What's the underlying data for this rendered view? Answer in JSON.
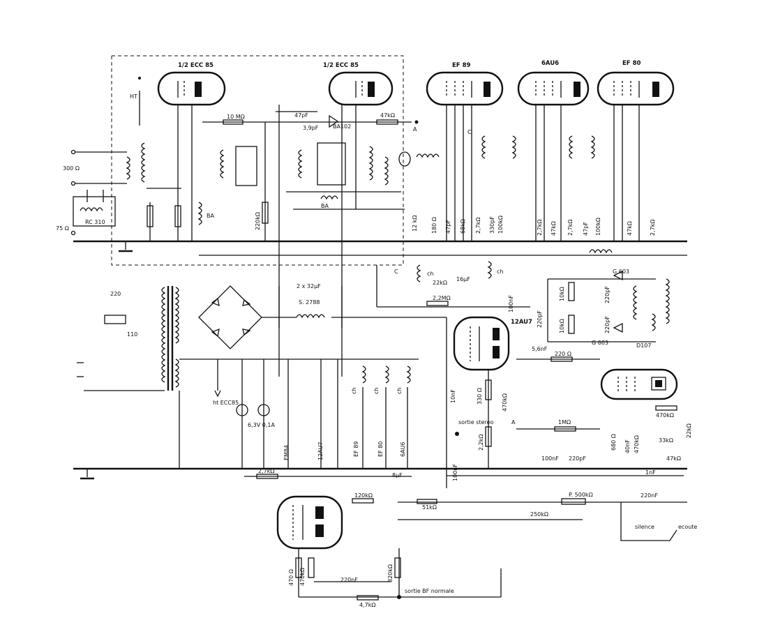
{
  "tubes": {
    "ecc85_a": "1/2 ECC 85",
    "ecc85_b": "1/2 ECC 85",
    "ef89": "EF 89",
    "au6": "6AU6",
    "ef80": "EF 80",
    "au7": "12AU7"
  },
  "labels": {
    "ht": "HT",
    "ohm300": "300 Ω",
    "ohm75": "75 Ω",
    "rc310": "RC 310",
    "r10m": "10 MΩ",
    "c47p": "47pF",
    "ba102": "BA102",
    "r47k": "47kΩ",
    "a": "A",
    "c39p": "3,9pF",
    "r220k": "220kΩ",
    "ba_l": "BA",
    "ba_m": "BA",
    "r12k": "12 kΩ",
    "r180": "180 Ω",
    "c47": "47pF",
    "r68": "68kΩ",
    "r27k": "2,7kΩ",
    "c330": "330pF",
    "r100k": "100kΩ",
    "r27b": "2,7kΩ",
    "r47b": "47kΩ",
    "r27c": "2,7kΩ",
    "c47c": "47pF",
    "r100c": "100kΩ",
    "r47d": "47kΩ",
    "r27e": "2,7kΩ",
    "c": "C",
    "ch": "ch",
    "r22k": "22kΩ",
    "c16u": "16µF",
    "r22m": "2,2MΩ",
    "c100n": "100nF",
    "g603a": "G 603",
    "g603b": "G 603",
    "r10ka": "10kΩ",
    "r10kb": "10kΩ",
    "c220a": "220pF",
    "c220b": "220pF",
    "c220c": "220pF",
    "d107": "D107",
    "v220": "220",
    "v110": "110",
    "c2x32": "2 x 32µF",
    "s2788": "S. 2788",
    "ht_ecc": "ht ECC85",
    "lamp": "6,3V 0,1A",
    "em84": "EM84",
    "au7b": "12AU7",
    "ef89b": "EF 89",
    "ef80b": "EF 80",
    "au6b": "6AU6",
    "c56n": "5,6nF",
    "r220": "220 Ω",
    "c10n": "10nF",
    "r330": "330 Ω",
    "r470k": "470kΩ",
    "stereo": "sortie stereo",
    "r22kb": "2,2kΩ",
    "c100nb": "100nF",
    "a2": "A",
    "r1m": "1MΩ",
    "c100nc": "100nF",
    "c220d": "220pF",
    "r470kb": "470kΩ",
    "r22kc": "22kΩ",
    "r33k": "33kΩ",
    "r47ke": "47kΩ",
    "r680": "680 Ω",
    "c40n": "40nF",
    "r470kc": "470kΩ",
    "c1n": "1nF",
    "c220n": "220nF",
    "p500": "P. 500kΩ",
    "r250k": "250kΩ",
    "silence": "silence",
    "ecoute": "ecoute",
    "r27kf": "2,7kΩ",
    "c8u": "8µF",
    "r120k": "120kΩ",
    "r51k": "51kΩ",
    "r470": "470 Ω",
    "r470kd": "470kΩ",
    "c220nb": "220nF",
    "r820k": "820kΩ",
    "bf": "sortie BF normale",
    "r47kg": "4,7kΩ"
  }
}
